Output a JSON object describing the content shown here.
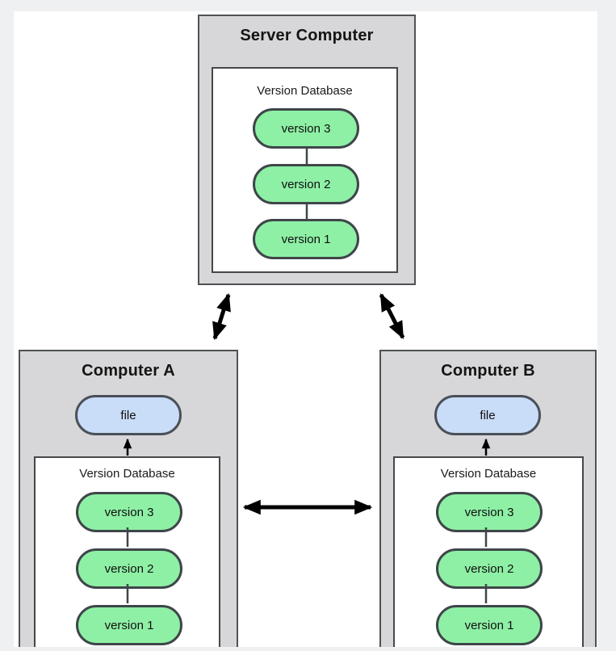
{
  "server": {
    "title": "Server Computer",
    "db_label": "Version Database",
    "versions": [
      "version 3",
      "version 2",
      "version 1"
    ]
  },
  "computer_a": {
    "title": "Computer A",
    "file_label": "file",
    "db_label": "Version Database",
    "versions": [
      "version 3",
      "version 2",
      "version 1"
    ]
  },
  "computer_b": {
    "title": "Computer B",
    "file_label": "file",
    "db_label": "Version Database",
    "versions": [
      "version 3",
      "version 2",
      "version 1"
    ]
  },
  "colors": {
    "page_frame": "#eef0f1",
    "canvas_background": "#ffffff",
    "machine_fill": "#d7d7d9",
    "machine_border": "#4f5254",
    "db_box_fill": "#ffffff",
    "db_box_border": "#45484a",
    "version_pill_fill": "#8ef0a5",
    "version_pill_border": "#3e464a",
    "file_pill_fill": "#c9dcf8",
    "arrow_color": "#000000",
    "text_color": "#141414"
  }
}
